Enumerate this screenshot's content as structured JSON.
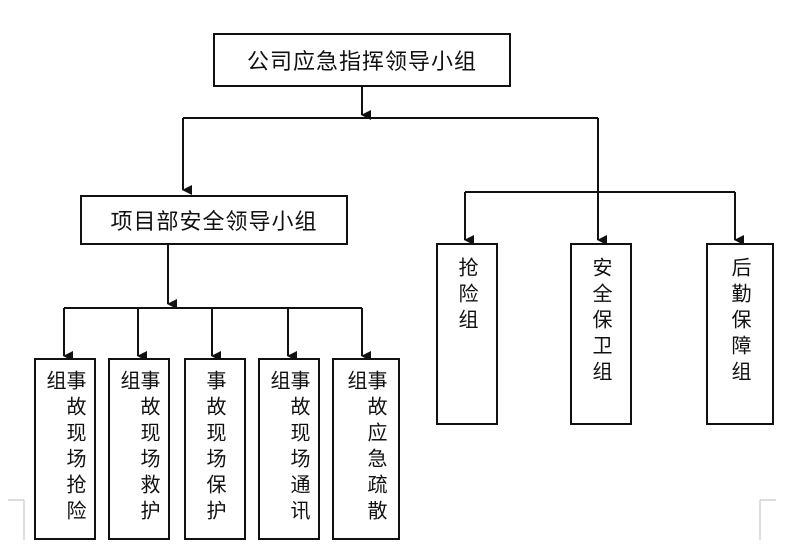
{
  "top": {
    "label": "公司应急指挥领导小组"
  },
  "project": {
    "label": "项目部安全领导小组"
  },
  "right_groups": [
    {
      "label": "抢险组"
    },
    {
      "label": "安全保卫组"
    },
    {
      "label": "后勤保障组"
    }
  ],
  "site_groups": [
    {
      "label": "事故现场抢险组"
    },
    {
      "label": "事故现场救护组"
    },
    {
      "label": "事故现场保护"
    },
    {
      "label": "事故现场通讯组"
    },
    {
      "label": "事故应急疏散组"
    }
  ]
}
